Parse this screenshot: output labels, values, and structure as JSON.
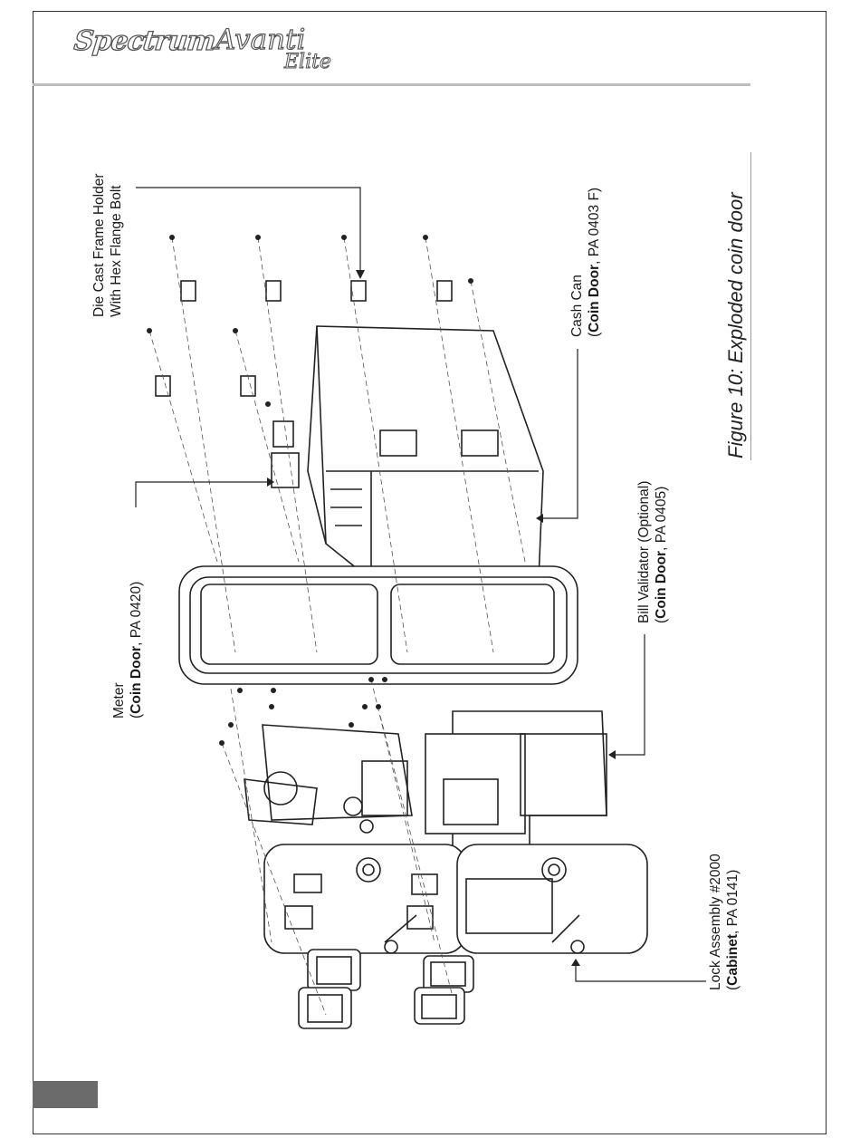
{
  "header": {
    "logo": {
      "word1": "Spectrum",
      "word2": "Avanti",
      "word3": "Elite"
    }
  },
  "figure": {
    "caption": "Figure 10: Exploded coin door",
    "callouts": {
      "die_cast": {
        "line1": "Die Cast Frame Holder",
        "line2": "With Hex Flange Bolt"
      },
      "cash_can": {
        "line1": "Cash Can",
        "bold": "Coin Door",
        "rest": ", PA 0403 F)"
      },
      "meter": {
        "line1": "Meter",
        "bold": "Coin Door",
        "rest": ", PA 0420)"
      },
      "bill_validator": {
        "line1": "Bill Validator (Optional)",
        "bold": "Coin Door",
        "rest": ", PA 0405)"
      },
      "lock_assembly": {
        "line1": "Lock Assembly #2000",
        "bold": "Cabinet",
        "rest": ", PA 0141)"
      }
    }
  },
  "colors": {
    "frame": "#333333",
    "rule": "#bdbdbd",
    "tab": "#6b6b6b",
    "line": "#222222"
  }
}
